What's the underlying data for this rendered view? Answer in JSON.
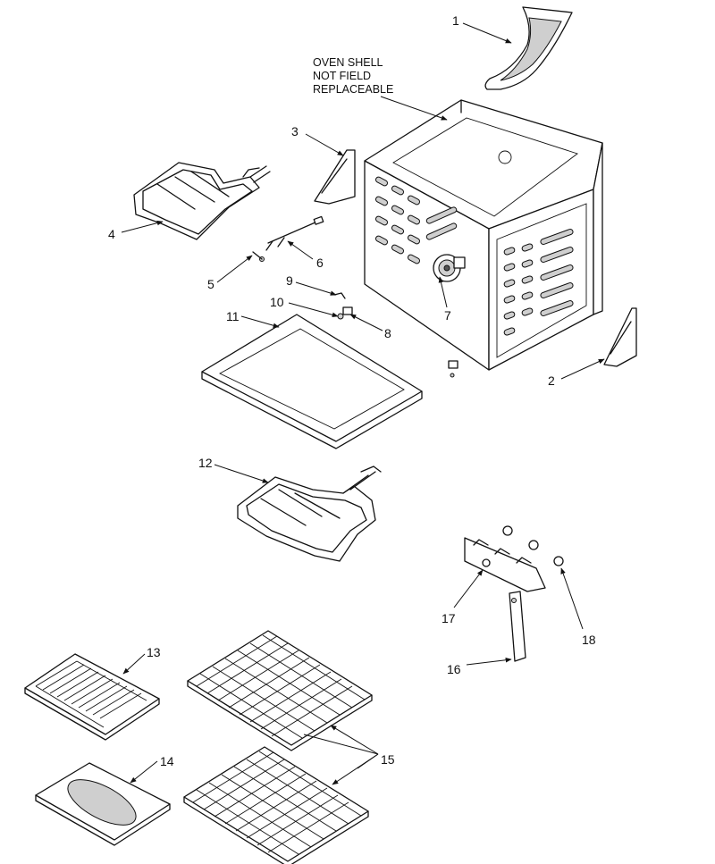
{
  "note": {
    "line1": "OVEN SHELL",
    "line2": "NOT FIELD",
    "line3": "REPLACEABLE"
  },
  "callouts": [
    "1",
    "2",
    "3",
    "4",
    "5",
    "6",
    "7",
    "8",
    "9",
    "10",
    "11",
    "12",
    "13",
    "14",
    "15",
    "16",
    "17",
    "18"
  ]
}
